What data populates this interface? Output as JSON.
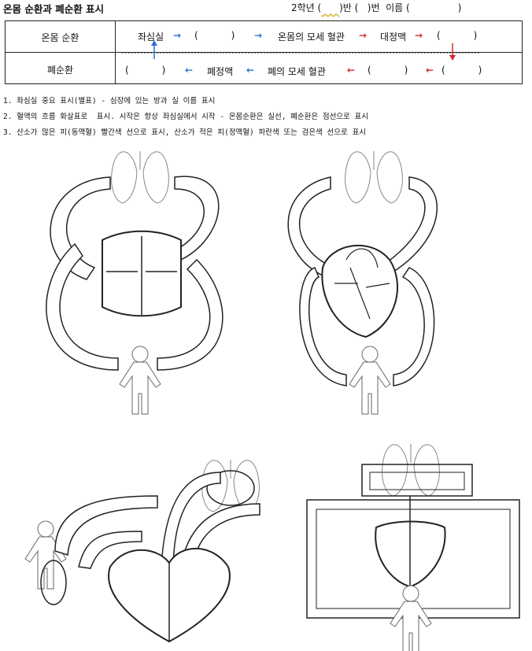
{
  "header": {
    "title": "온몸 순환과 폐순환 표시",
    "grade_label": "2학년 (",
    "grade_close": ")반 (",
    "class_close": ")번  이름 (",
    "name_close": ")"
  },
  "table": {
    "row1_label": "온몸 순환",
    "row2_label": "폐순환",
    "row1": {
      "a": "좌심실",
      "arrow1": "→",
      "blank1": "(           )",
      "arrow2": "→",
      "b": "온몸의 모세 혈관",
      "arrow3": "→",
      "c": "대정맥",
      "arrow4": "→",
      "blank2": "(           )"
    },
    "row2": {
      "blank1": "(           )",
      "arrow1": "←",
      "a": "폐정맥",
      "arrow2": "←",
      "b": "폐의 모세 혈관",
      "arrow3": "←",
      "blank2": "(           )",
      "arrow4": "←",
      "blank3": "(           )"
    }
  },
  "instructions": [
    "1. 좌심실 중요 표시(별표) - 심장에 있는 방과 실 이름 표시",
    "2. 혈액의 흐름 화살표로  표시. 시작은 항상 좌심실에서 시작 - 온몸순환은 실선, 폐순환은 점선으로 표시",
    "3. 산소가 많은 피(동맥혈) 빨간색 선으로 표시, 산소가 적은 피(정맥혈) 파란색 또는 검은색 선으로 표시"
  ],
  "colors": {
    "arrow_blue": "#2a6fd6",
    "arrow_red": "#d42a2a"
  }
}
